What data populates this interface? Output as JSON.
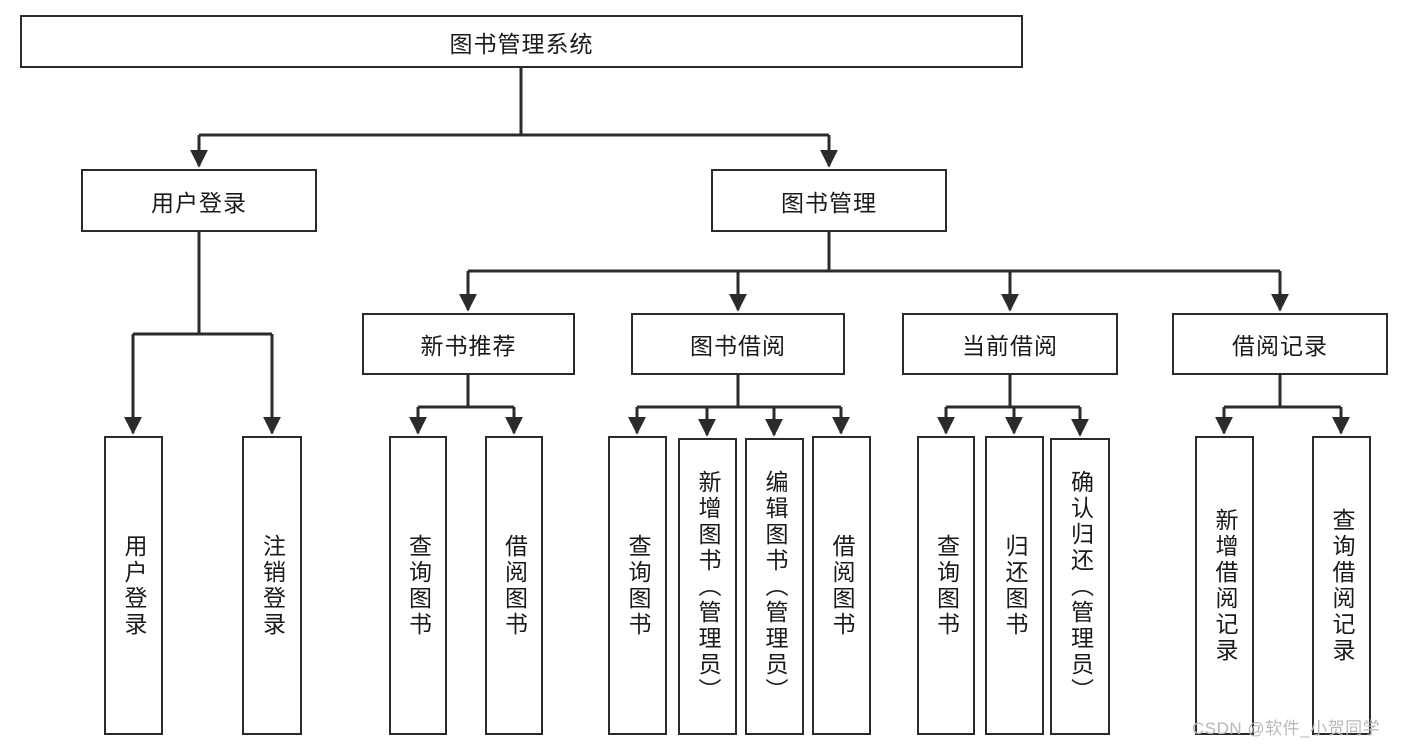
{
  "diagram": {
    "type": "tree-hierarchy-chart",
    "title": "图书管理系统",
    "colors": {
      "box_border": "#2b2b2b",
      "box_fill": "#ffffff",
      "line": "#2b2b2b",
      "text": "#1a1a1a",
      "watermark": "#b8b8b8",
      "background": "#ffffff"
    },
    "root": {
      "label": "图书管理系统"
    },
    "level2": [
      {
        "label": "用户登录"
      },
      {
        "label": "图书管理"
      }
    ],
    "level3": [
      {
        "label": "新书推荐"
      },
      {
        "label": "图书借阅"
      },
      {
        "label": "当前借阅"
      },
      {
        "label": "借阅记录"
      }
    ],
    "leaves": {
      "user_login": [
        {
          "label": "用户登录"
        },
        {
          "label": "注销登录"
        }
      ],
      "new_book_recommend": [
        {
          "label": "查询图书"
        },
        {
          "label": "借阅图书"
        }
      ],
      "book_borrow": [
        {
          "label": "查询图书"
        },
        {
          "label": "新增图书（管理员）"
        },
        {
          "label": "编辑图书（管理员）"
        },
        {
          "label": "借阅图书"
        }
      ],
      "current_borrow": [
        {
          "label": "查询图书"
        },
        {
          "label": "归还图书"
        },
        {
          "label": "确认归还（管理员）"
        }
      ],
      "borrow_records": [
        {
          "label": "新增借阅记录"
        },
        {
          "label": "查询借阅记录"
        }
      ]
    },
    "watermark": "CSDN @软件_小贺同学"
  }
}
